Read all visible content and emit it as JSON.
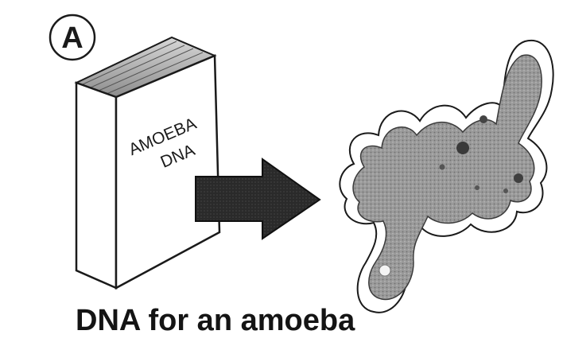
{
  "panel": {
    "badge_letter": "A"
  },
  "book": {
    "label_line1": "AMOEBA",
    "label_line2": "DNA"
  },
  "caption": "DNA for an amoeba"
}
